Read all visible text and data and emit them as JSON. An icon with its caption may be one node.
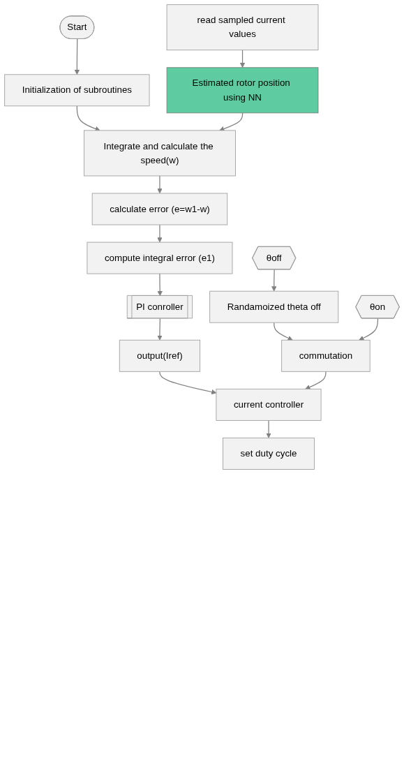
{
  "diagram": {
    "nodes": [
      {
        "text": [
          "Start"
        ]
      },
      {
        "text": [
          "Initialization of subroutines"
        ]
      },
      {
        "text": [
          "read sampled current values"
        ]
      },
      {
        "text": [
          "Integrate and calculate the speed(w)"
        ]
      },
      {
        "text": [
          "Estimated rotor position using NN"
        ]
      },
      {
        "text": [
          "calculate error (e=w1-w)"
        ]
      },
      {
        "text": [
          "compute integral error (e1)"
        ]
      },
      {
        "text": [
          "PI conroller"
        ]
      },
      {
        "text": [
          "output(Iref)"
        ]
      },
      {
        "text": [
          "Randamoized theta off"
        ]
      },
      {
        "text": [
          "θoff"
        ]
      },
      {
        "text": [
          "current controller"
        ]
      },
      {
        "text": [
          "commutation"
        ]
      },
      {
        "text": [
          "θon"
        ]
      },
      {
        "text": [
          "set duty cycle"
        ]
      }
    ],
    "edges": [
      {
        "from": 0,
        "to": 1,
        "arrow": "to"
      },
      {
        "from": 1,
        "to": 3,
        "arrow": "to"
      },
      {
        "from": 2,
        "to": 4,
        "arrow": "to"
      },
      {
        "from": 4,
        "to": 3,
        "arrow": "to"
      },
      {
        "from": 3,
        "to": 5,
        "arrow": "to"
      },
      {
        "from": 5,
        "to": 6,
        "arrow": "to"
      },
      {
        "from": 6,
        "to": 7,
        "arrow": "to"
      },
      {
        "from": 7,
        "to": 8,
        "arrow": "to"
      },
      {
        "from": 10,
        "to": 9,
        "arrow": "to"
      },
      {
        "from": 8,
        "to": 11,
        "arrow": "to"
      },
      {
        "from": 9,
        "to": 12,
        "arrow": "to"
      },
      {
        "from": 13,
        "to": 12,
        "arrow": "to"
      },
      {
        "from": 12,
        "to": 11,
        "arrow": "to"
      },
      {
        "from": 11,
        "to": 14,
        "arrow": "to"
      }
    ]
  }
}
